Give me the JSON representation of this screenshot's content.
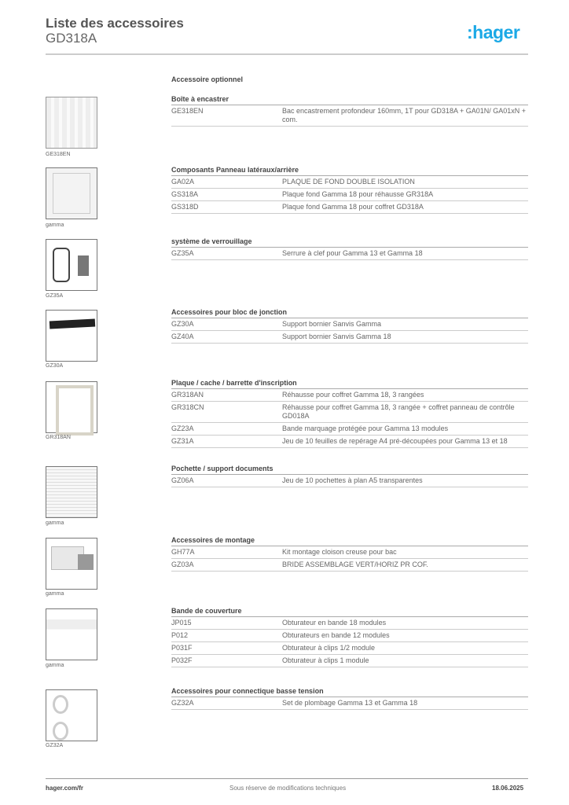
{
  "header": {
    "title": "Liste des accessoires",
    "subtitle": "GD318A",
    "logo": ":hager",
    "brand_color": "#1ba9e6"
  },
  "section_heading": "Accessoire optionnel",
  "sections": [
    {
      "title": "Boîte à encastrer",
      "image_caption": "GE318EN",
      "items": [
        {
          "code": "GE318EN",
          "desc": "Bac encastrement profondeur 160mm, 1T pour GD318A + GA01N/ GA01xN + com."
        }
      ]
    },
    {
      "title": "Composants Panneau latéraux/arrière",
      "image_caption": "gamma",
      "items": [
        {
          "code": "GA02A",
          "desc": "PLAQUE DE FOND DOUBLE ISOLATION"
        },
        {
          "code": "GS318A",
          "desc": "Plaque fond Gamma 18 pour réhausse GR318A"
        },
        {
          "code": "GS318D",
          "desc": "Plaque fond Gamma 18 pour coffret GD318A"
        }
      ]
    },
    {
      "title": "système de verrouillage",
      "image_caption": "GZ35A",
      "items": [
        {
          "code": "GZ35A",
          "desc": "Serrure à clef pour Gamma 13 et Gamma 18"
        }
      ]
    },
    {
      "title": "Accessoires pour bloc de jonction",
      "image_caption": "GZ30A",
      "items": [
        {
          "code": "GZ30A",
          "desc": "Support bornier Sanvis Gamma"
        },
        {
          "code": "GZ40A",
          "desc": "Support bornier Sanvis Gamma 18"
        }
      ]
    },
    {
      "title": "Plaque / cache / barrette d'inscription",
      "image_caption": "GR318AN",
      "items": [
        {
          "code": "GR318AN",
          "desc": "Réhausse pour coffret Gamma 18, 3 rangées"
        },
        {
          "code": "GR318CN",
          "desc": "Réhausse pour coffret Gamma 18, 3 rangée + coffret panneau de contrôle GD018A"
        },
        {
          "code": "GZ23A",
          "desc": "Bande marquage protégée pour Gamma 13 modules"
        },
        {
          "code": "GZ31A",
          "desc": "Jeu de 10 feuilles de repérage A4 pré-découpées pour Gamma 13 et 18"
        }
      ]
    },
    {
      "title": "Pochette / support  documents",
      "image_caption": "gamma",
      "items": [
        {
          "code": "GZ06A",
          "desc": "Jeu de 10 pochettes à plan A5 transparentes"
        }
      ]
    },
    {
      "title": "Accessoires de montage",
      "image_caption": "gamma",
      "items": [
        {
          "code": "GH77A",
          "desc": "Kit montage cloison creuse pour bac"
        },
        {
          "code": "GZ03A",
          "desc": "BRIDE ASSEMBLAGE VERT/HORIZ PR COF."
        }
      ]
    },
    {
      "title": "Bande de couverture",
      "image_caption": "gamma",
      "items": [
        {
          "code": "JP015",
          "desc": "Obturateur en bande 18 modules"
        },
        {
          "code": "P012",
          "desc": "Obturateurs en bande 12 modules"
        },
        {
          "code": "P031F",
          "desc": "Obturateur à clips 1/2 module"
        },
        {
          "code": "P032F",
          "desc": "Obturateur à clips 1 module"
        }
      ]
    },
    {
      "title": "Accessoires pour connectique basse tension",
      "image_caption": "GZ32A",
      "items": [
        {
          "code": "GZ32A",
          "desc": "Set de plombage Gamma 13 et Gamma 18"
        }
      ]
    }
  ],
  "footer": {
    "left": "hager.com/fr",
    "center": "Sous réserve de modifications techniques",
    "right": "18.06.2025"
  }
}
